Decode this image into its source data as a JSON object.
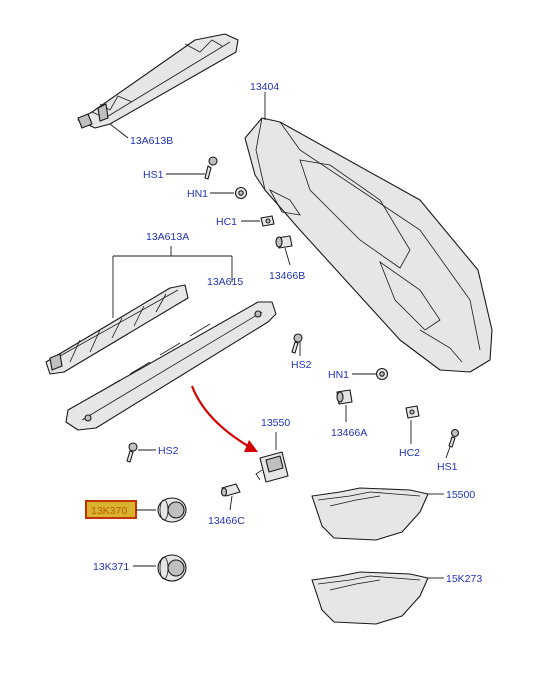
{
  "labels": {
    "p_13A613B": "13A613B",
    "p_13404": "13404",
    "p_HS1_top": "HS1",
    "p_HN1_top": "HN1",
    "p_HC1": "HC1",
    "p_13466B": "13466B",
    "p_13A613A": "13A613A",
    "p_13A615": "13A615",
    "p_HS2_right": "HS2",
    "p_HN1_right": "HN1",
    "p_13466A": "13466A",
    "p_HC2": "HC2",
    "p_HS1_right": "HS1",
    "p_13550": "13550",
    "p_HS2_left": "HS2",
    "p_13466C": "13466C",
    "p_13K370": "13K370",
    "p_13K371": "13K371",
    "p_15500": "15500",
    "p_15K273": "15K273"
  },
  "highlight": {
    "part": "13K370",
    "box_color": "#d9b22e",
    "border_color": "#c33300"
  },
  "colors": {
    "label": "#2233bb",
    "arrow": "#d40000",
    "line": "#1a1a1a"
  }
}
